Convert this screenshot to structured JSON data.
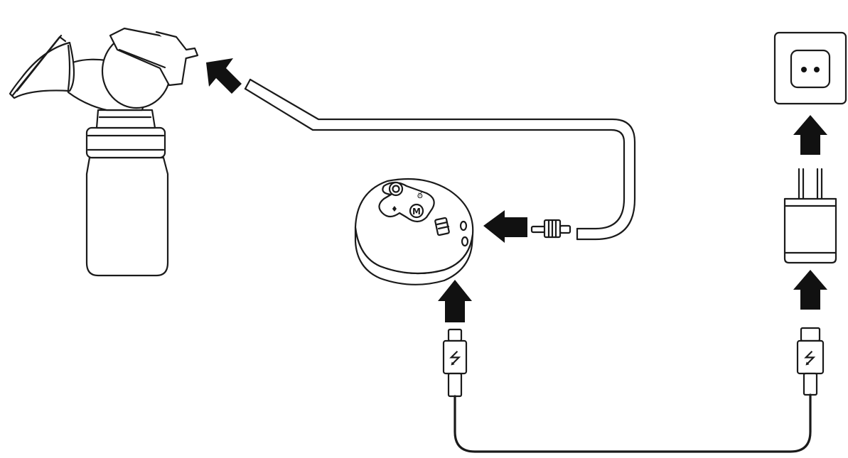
{
  "diagram": {
    "type": "assembly-instructions",
    "colors": {
      "line": "#1a1a1a",
      "arrow": "#111111",
      "background": "#ffffff"
    },
    "components": [
      {
        "id": "pump-head",
        "icon": "breast-pump-icon"
      },
      {
        "id": "tube",
        "icon": "silicone-tube-icon"
      },
      {
        "id": "tube-connector",
        "icon": "tube-connector-icon"
      },
      {
        "id": "motor-unit",
        "icon": "motor-unit-icon"
      },
      {
        "id": "usb-cable",
        "icon": "usb-cable-icon"
      },
      {
        "id": "power-adapter",
        "icon": "power-adapter-icon"
      },
      {
        "id": "wall-socket",
        "icon": "wall-socket-icon"
      }
    ],
    "connections": [
      {
        "from": "tube",
        "to": "pump-head"
      },
      {
        "from": "tube-connector",
        "to": "motor-unit"
      },
      {
        "from": "usb-cable",
        "to": "motor-unit"
      },
      {
        "from": "usb-cable",
        "to": "power-adapter"
      },
      {
        "from": "power-adapter",
        "to": "wall-socket"
      }
    ]
  }
}
